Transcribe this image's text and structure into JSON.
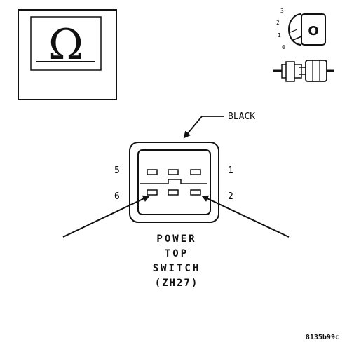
{
  "meter_symbol": "Ω",
  "key_positions": [
    "3",
    "2",
    "1",
    "0"
  ],
  "key_letter": "O",
  "wire_color": "BLACK",
  "pin_labels": {
    "top_left": "5",
    "top_right": "1",
    "bottom_left": "6",
    "bottom_right": "2"
  },
  "component_name": [
    "POWER",
    "TOP",
    "SWITCH",
    "(ZH27)"
  ],
  "figure_code": "8135b99c",
  "colors": {
    "ink": "#111111",
    "background": "#ffffff"
  }
}
